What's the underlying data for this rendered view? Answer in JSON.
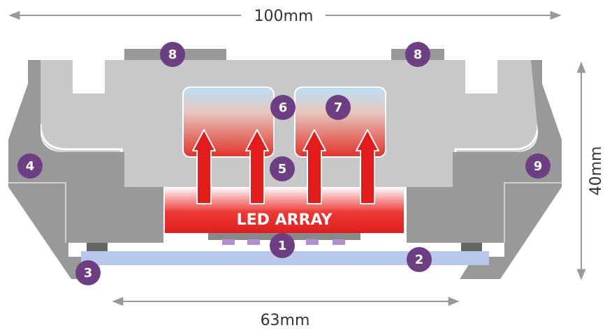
{
  "dimensions": {
    "width_top": "100mm",
    "width_bottom": "63mm",
    "height": "40mm"
  },
  "led_label": "LED ARRAY",
  "callouts": {
    "c1": "1",
    "c2": "2",
    "c3": "3",
    "c4": "4",
    "c5": "5",
    "c6": "6",
    "c7": "7",
    "c8a": "8",
    "c8b": "8",
    "c9": "9"
  },
  "colors": {
    "badge": "#6b3f82",
    "housing_dark": "#999999",
    "housing_light": "#c8c8c8",
    "led_red": "#e02020",
    "window_blue": "#b8c8ec",
    "dim_line": "#999999"
  }
}
